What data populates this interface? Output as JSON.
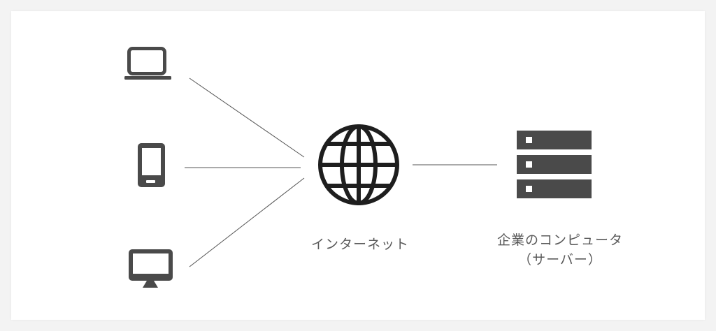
{
  "nodes": {
    "laptop": {
      "icon": "laptop-icon"
    },
    "smartphone": {
      "icon": "smartphone-icon"
    },
    "desktop": {
      "icon": "desktop-monitor-icon"
    },
    "internet": {
      "icon": "globe-icon",
      "label": "インターネット"
    },
    "server": {
      "icon": "server-rack-icon",
      "label_line1": "企業のコンピュータ",
      "label_line2": "（サーバー）"
    }
  },
  "colors": {
    "icon": "#4a4a4a",
    "line": "#555555",
    "text": "#5a5a5a",
    "background": "#ffffff"
  }
}
